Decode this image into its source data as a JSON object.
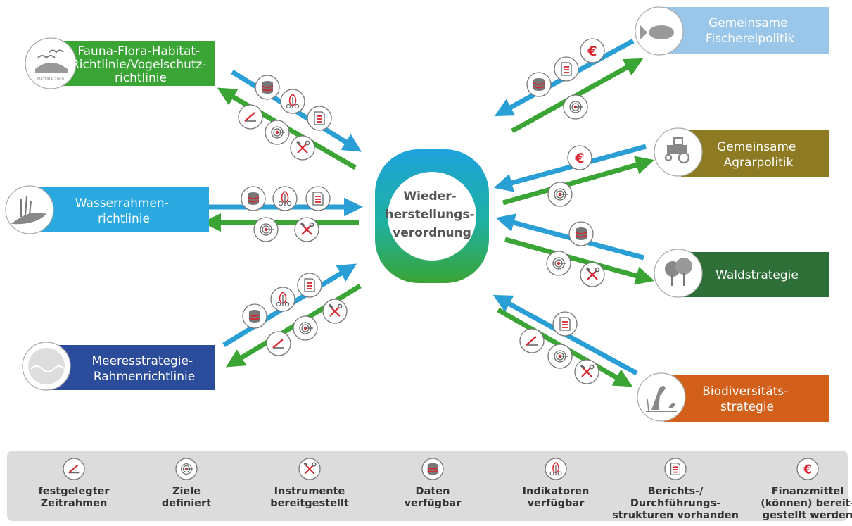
{
  "center": {
    "lines": [
      "Wieder-",
      "herstellungs-",
      "verordnung"
    ]
  },
  "policies": {
    "ffh": {
      "lines": [
        "Fauna-Flora-Habitat-",
        "Richtlinie/Vogelschutz-",
        "richtlinie"
      ],
      "color": "#3aa535",
      "icon": "birds-icon",
      "icon_text": "NATURA 2000"
    },
    "wrrl": {
      "lines": [
        "Wasserrahmen-",
        "richtlinie"
      ],
      "color": "#2aa8e0",
      "icon": "river-reeds-icon"
    },
    "msrl": {
      "lines": [
        "Meeresstrategie-",
        "Rahmenrichtlinie"
      ],
      "color": "#2b4c9b",
      "icon": "eu-sea-icon"
    },
    "gfp": {
      "lines": [
        "Gemeinsame",
        "Fischereipolitik"
      ],
      "color": "#9ac6ea",
      "icon": "fish-icon"
    },
    "gap": {
      "lines": [
        "Gemeinsame",
        "Agrarpolitik"
      ],
      "color": "#8e7a22",
      "icon": "tractor-icon"
    },
    "wald": {
      "lines": [
        "Waldstrategie"
      ],
      "color": "#2d6f36",
      "icon": "trees-icon"
    },
    "bio": {
      "lines": [
        "Biodiversitäts-",
        "strategie"
      ],
      "color": "#d2601a",
      "icon": "heron-icon"
    }
  },
  "legend": {
    "items": [
      {
        "icon": "timeframe-icon",
        "lines": [
          "festgelegter",
          "Zeitrahmen"
        ]
      },
      {
        "icon": "target-icon",
        "lines": [
          "Ziele",
          "definiert"
        ]
      },
      {
        "icon": "tools-icon",
        "lines": [
          "Instrumente",
          "bereitgestellt"
        ]
      },
      {
        "icon": "database-icon",
        "lines": [
          "Daten",
          "verfügbar"
        ]
      },
      {
        "icon": "indicator-tree-icon",
        "lines": [
          "Indikatoren",
          "verfügbar"
        ]
      },
      {
        "icon": "report-icon",
        "lines": [
          "Berichts-/",
          "Durchführungs-",
          "strukturen vorhanden"
        ]
      },
      {
        "icon": "euro-icon",
        "lines": [
          "Finanzmittel",
          "(können) bereit-",
          "gestellt werden"
        ]
      }
    ]
  },
  "colors": {
    "blue_arrow": "#2a9fd6",
    "green_arrow": "#3aa535",
    "accent": "#d7262f",
    "legend_bg": "#dcdcdc"
  }
}
